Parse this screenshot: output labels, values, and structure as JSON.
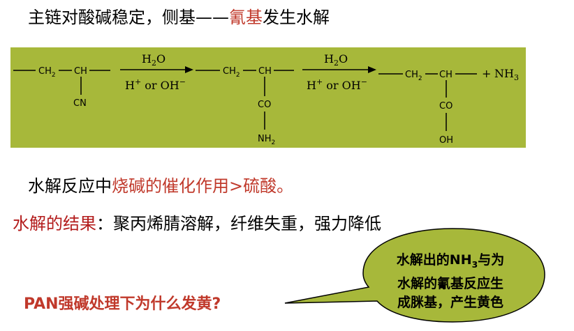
{
  "heading": {
    "part1": "主链对酸碱稳定，侧基",
    "dash": "——",
    "highlight": "氰基",
    "part2": "发生水解"
  },
  "scheme": {
    "background": "#a7b83a",
    "reactant": {
      "ch2": "CH",
      "ch2_sub": "2",
      "ch": "CH",
      "group": "CN"
    },
    "arrow1": {
      "above": "H",
      "above_sub": "2",
      "above_end": "O",
      "below_h": "H",
      "below_plus": "+",
      "below_mid": " or OH",
      "below_minus": "−"
    },
    "intermediate": {
      "ch2": "CH",
      "ch2_sub": "2",
      "ch": "CH",
      "co": "CO",
      "nh2": "NH",
      "nh2_sub": "2"
    },
    "arrow2": {
      "above": "H",
      "above_sub": "2",
      "above_end": "O",
      "below_h": "H",
      "below_plus": "+",
      "below_mid": " or OH",
      "below_minus": "−"
    },
    "product": {
      "ch2": "CH",
      "ch2_sub": "2",
      "ch": "CH",
      "co": "CO",
      "oh": "OH",
      "plus": "+",
      "nh3": "NH",
      "nh3_sub": "3"
    }
  },
  "line3": {
    "part1": "水解反应中",
    "highlight": "烧碱的催化作用>硫酸。"
  },
  "line4": {
    "label": "水解的结果",
    "rest": "：聚丙烯腈溶解，纤维失重，强力降低"
  },
  "question": "PAN强碱处理下为什么发黄?",
  "bubble": {
    "line1_pre": "水解出的",
    "line1_nh": "NH",
    "line1_sub": "3",
    "line1_post": "与为",
    "line2": "水解的氰基反应生",
    "line3": "成脒基，产生黄色",
    "fill": "#a7b83a"
  }
}
